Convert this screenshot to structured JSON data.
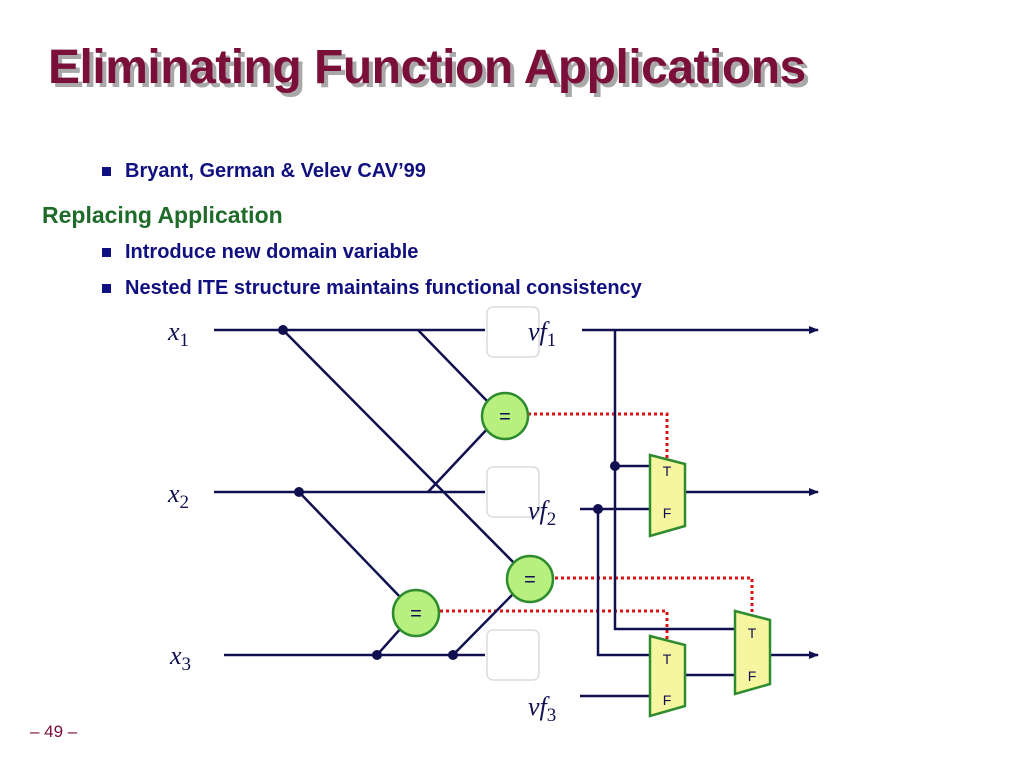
{
  "title": "Eliminating Function Applications",
  "bullets_top": [
    "Bryant, German & Velev CAV’99"
  ],
  "section_heading": "Replacing Application",
  "bullets": [
    "Introduce new domain variable",
    "Nested ITE structure maintains functional consistency"
  ],
  "diagram": {
    "inputs": [
      {
        "base": "x",
        "sub": "1"
      },
      {
        "base": "x",
        "sub": "2"
      },
      {
        "base": "x",
        "sub": "3"
      }
    ],
    "vars": [
      {
        "base": "vf",
        "sub": "1"
      },
      {
        "base": "vf",
        "sub": "2"
      },
      {
        "base": "vf",
        "sub": "3"
      }
    ],
    "comparator_label": "=",
    "mux_true": "T",
    "mux_false": "F",
    "colors": {
      "wire": "#101050",
      "compare_link": "#dd1111",
      "comparator_fill": "#b8f080",
      "comparator_stroke": "#2e8b2e",
      "mux_fill": "#f6f6a0",
      "mux_stroke": "#2e8b2e"
    }
  },
  "footer": "– 49 –"
}
